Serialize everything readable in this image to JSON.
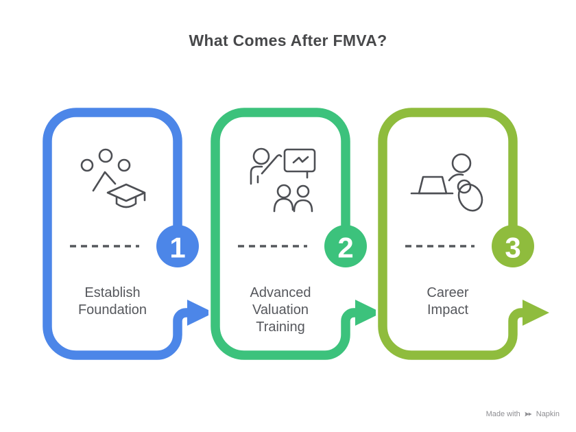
{
  "title": "What Comes After FMVA?",
  "watermark": {
    "prefix": "Made with",
    "brand": "Napkin",
    "logo_icon": "napkin-logo-icon"
  },
  "colors": {
    "background": "#ffffff",
    "title_text": "#47484a",
    "label_text": "#55575c",
    "icon_stroke": "#4d4f54",
    "dash": "#55585c",
    "badge_text": "#ffffff",
    "casing": "#ffffff",
    "watermark_text": "#8e8e92"
  },
  "steps": [
    {
      "number": "1",
      "label": "Establish Foundation",
      "label_lines": [
        "Establish",
        "Foundation"
      ],
      "color": "#4c86e8",
      "icon": "graduation-cap-icon"
    },
    {
      "number": "2",
      "label": "Advanced Valuation Training",
      "label_lines": [
        "Advanced",
        "Valuation",
        "Training"
      ],
      "color": "#3cc27c",
      "icon": "presentation-training-icon"
    },
    {
      "number": "3",
      "label": "Career Impact",
      "label_lines": [
        "Career",
        "Impact"
      ],
      "color": "#8fbc3d",
      "icon": "person-laptop-icon"
    }
  ]
}
